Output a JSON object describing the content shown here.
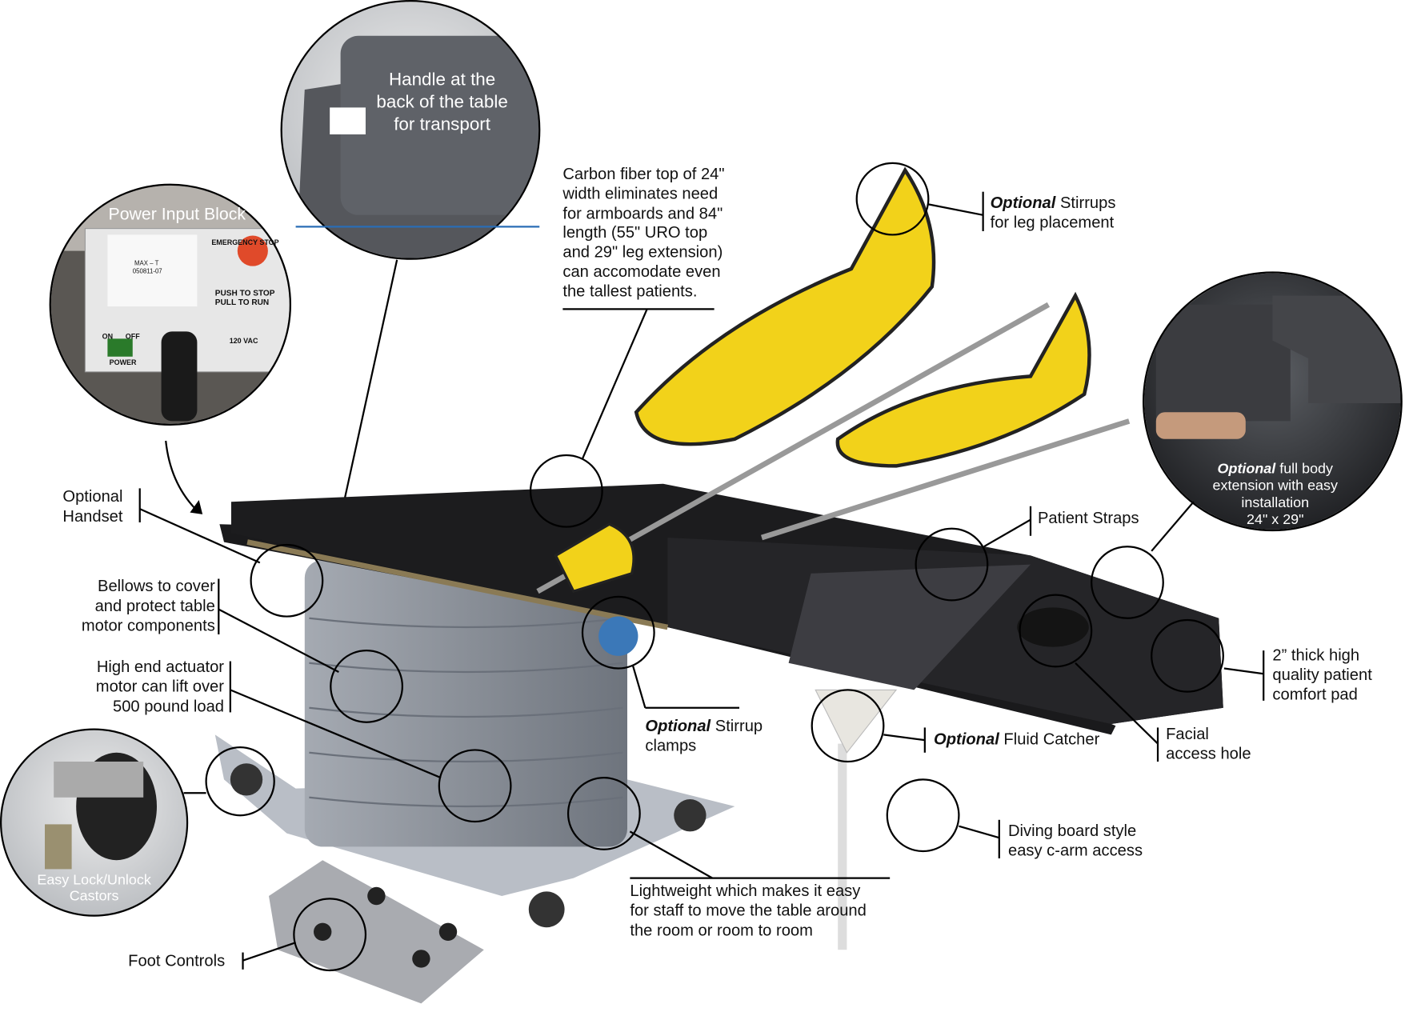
{
  "insets": {
    "handle": "Handle at the back of the table for transport",
    "handle_lines": [
      "Handle at the",
      "back of the table",
      "for transport"
    ],
    "power_title": "Power Input Block",
    "power_labels": {
      "emergency": "EMERGENCY STOP",
      "push": "PUSH TO STOP",
      "pull": "PULL TO RUN",
      "on": "ON",
      "off": "OFF",
      "power": "POWER",
      "vac": "120 VAC",
      "ref": "MAX – T",
      "sn": "050811-07"
    },
    "castors": [
      "Easy Lock/Unlock",
      "Castors"
    ],
    "extension": {
      "em": "Optional",
      "lines": [
        "full body",
        "extension with easy",
        "installation",
        "24\" x 29\""
      ]
    }
  },
  "callouts": {
    "carbon": [
      "Carbon fiber top of 24\"",
      "width eliminates need",
      "for armboards and 84\"",
      "length (55\" URO top",
      "and 29\" leg extension)",
      "can accomodate even",
      "the tallest patients."
    ],
    "stirrups": {
      "em": "Optional",
      "rest": " Stirrups",
      "line2": "for leg placement"
    },
    "handset": [
      "Optional",
      "Handset"
    ],
    "straps": "Patient Straps",
    "bellows": [
      "Bellows to cover",
      "and protect table",
      "motor components"
    ],
    "actuator": [
      "High end actuator",
      "motor can lift over",
      "500 pound load"
    ],
    "stirrup_clamps": {
      "em": "Optional",
      "rest": " Stirrup",
      "line2": "clamps"
    },
    "fluid": {
      "em": "Optional",
      "rest": " Fluid Catcher"
    },
    "facial": [
      "Facial",
      "access hole"
    ],
    "pad": [
      "2” thick high",
      "quality patient",
      "comfort pad"
    ],
    "diving": [
      "Diving board style",
      "easy c-arm access"
    ],
    "lightweight": [
      "Lightweight which makes it easy",
      "for staff to move the table around",
      "the room or room to room"
    ],
    "foot": "Foot Controls"
  },
  "colors": {
    "accent_line": "#2a6db5",
    "stirrup_yellow": "#f2d21a",
    "pad_black": "#1c1c1e",
    "bellows_gray": "#8c929c"
  }
}
